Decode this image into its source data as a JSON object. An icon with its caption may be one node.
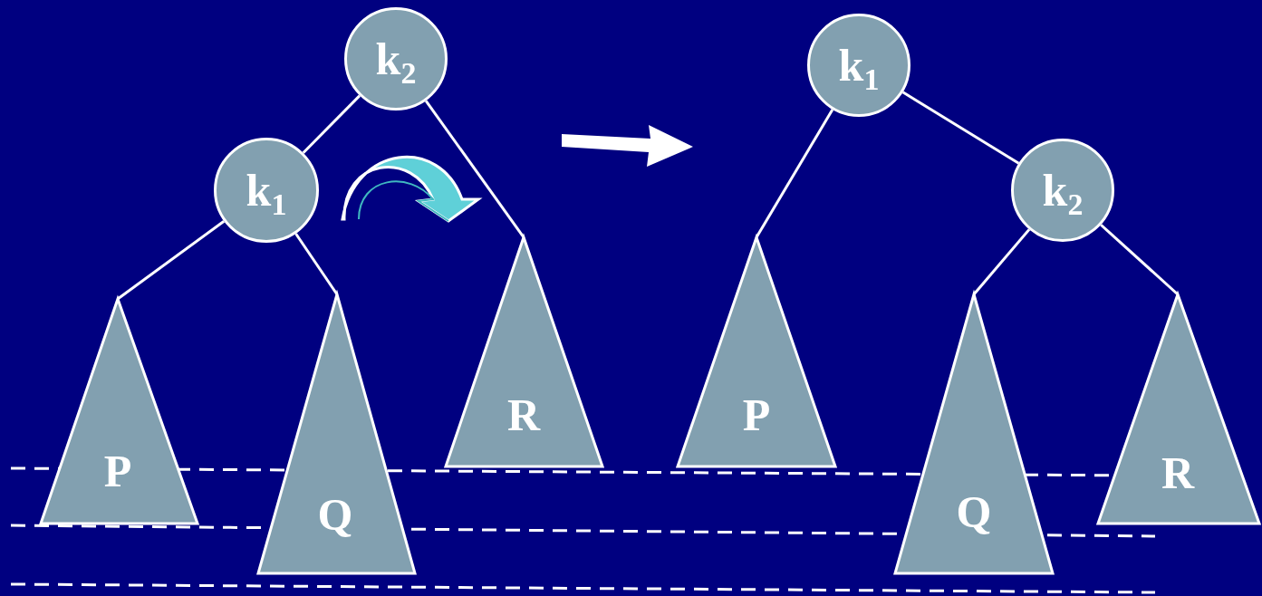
{
  "diagram": {
    "nodes": [
      {
        "text": [
          "k$_{2}$"
        ]
      },
      {
        "text": [
          "k$_{1}$"
        ]
      },
      {
        "text": [
          "P"
        ]
      },
      {
        "text": [
          "Q"
        ]
      },
      {
        "text": [
          "R"
        ]
      },
      {
        "text": [
          "k$_{1}$"
        ]
      },
      {
        "text": [
          "k$_{2}$"
        ]
      },
      {
        "text": [
          "P"
        ]
      },
      {
        "text": [
          "Q"
        ]
      },
      {
        "text": [
          "R"
        ]
      }
    ],
    "edges": [
      {
        "from": 0,
        "to": 1,
        "arrow": "none"
      },
      {
        "from": 1,
        "to": 2,
        "arrow": "none"
      },
      {
        "from": 1,
        "to": 3,
        "arrow": "none"
      },
      {
        "from": 0,
        "to": 4,
        "arrow": "none"
      },
      {
        "from": 5,
        "to": 7,
        "arrow": "none"
      },
      {
        "from": 5,
        "to": 6,
        "arrow": "none"
      },
      {
        "from": 6,
        "to": 8,
        "arrow": "none"
      },
      {
        "from": 6,
        "to": 9,
        "arrow": "none"
      }
    ]
  }
}
